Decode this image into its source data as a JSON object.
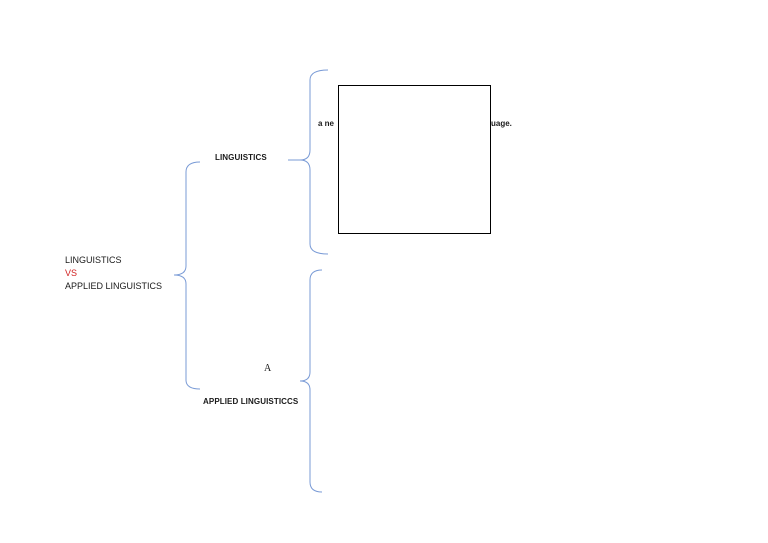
{
  "diagram": {
    "root": {
      "line1": "LINGUISTICS",
      "line2": "VS",
      "line3": "APPLIED LINGUISTICS"
    },
    "branches": {
      "linguistics": "LINGUISTICS",
      "applied": "APPLIED LINGUISTICCS",
      "marker": "A"
    },
    "definition_fragments": {
      "left": "a ne",
      "right": "uage."
    },
    "colors": {
      "brace": "#7a9bd6",
      "vs": "#d01f1f",
      "text": "#1a1a1a"
    }
  }
}
